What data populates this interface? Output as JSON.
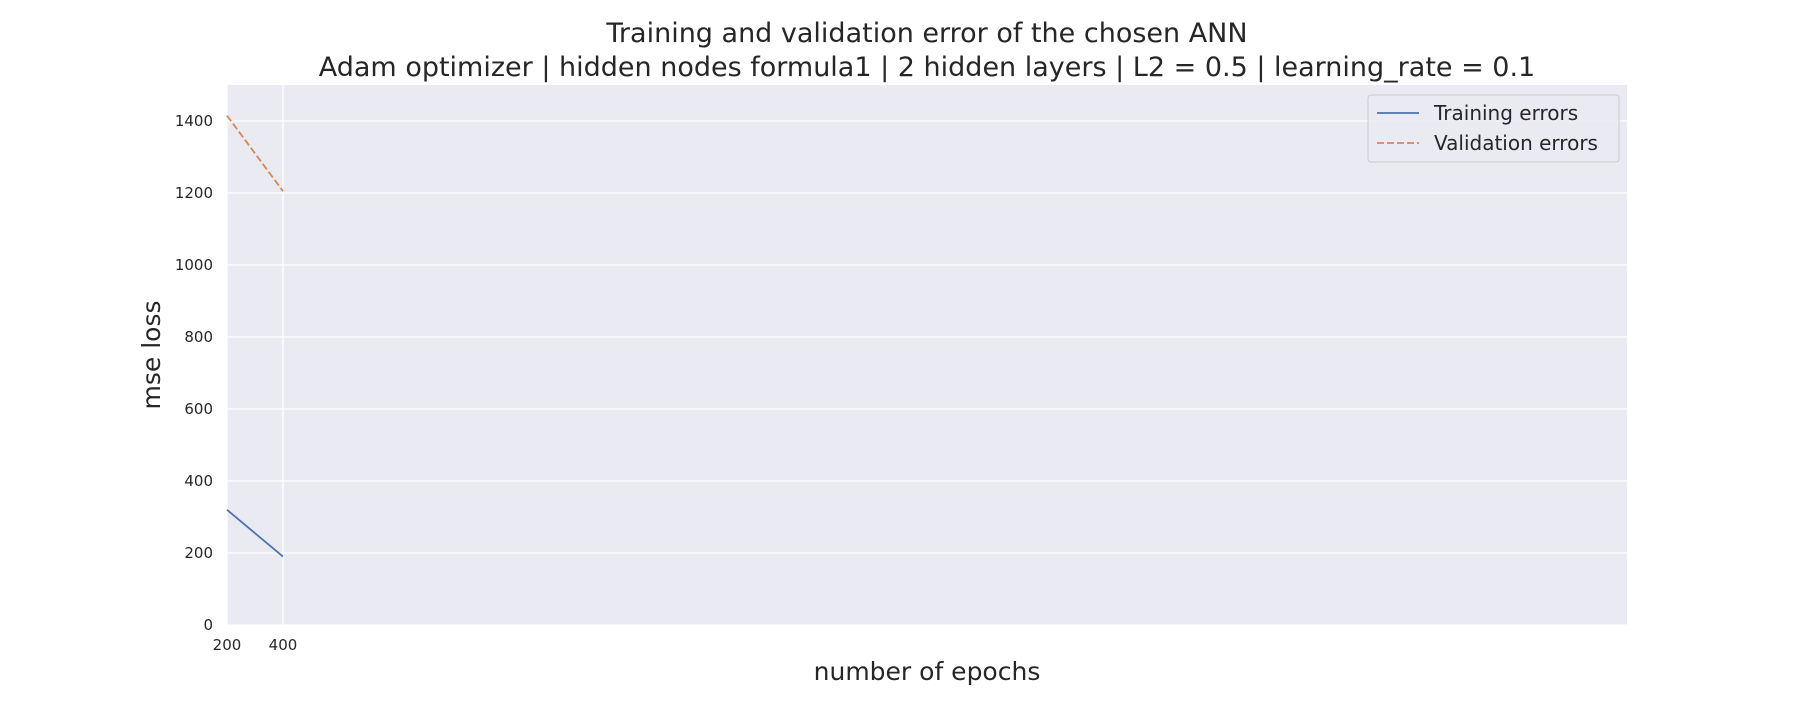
{
  "chart_data": {
    "type": "line",
    "title": "Training and validation error of the chosen ANN",
    "subtitle": "Adam optimizer | hidden nodes formula1 | 2 hidden layers | L2 = 0.5 | learning_rate = 0.1",
    "xlabel": "number of epochs",
    "ylabel": "mse loss",
    "x": [
      200,
      400
    ],
    "xticks": [
      200,
      400
    ],
    "yticks": [
      0,
      200,
      400,
      600,
      800,
      1000,
      1200,
      1400
    ],
    "xlim": [
      200,
      5200
    ],
    "ylim": [
      0,
      1500
    ],
    "grid": true,
    "legend_position": "top-right",
    "series": [
      {
        "name": "Training errors",
        "values": [
          320,
          190
        ],
        "color": "#4c72b0",
        "style": "solid"
      },
      {
        "name": "Validation errors",
        "values": [
          1415,
          1205
        ],
        "color": "#dd8452",
        "style": "dashed"
      }
    ],
    "colors": {
      "plot_background": "#eaeaf2",
      "grid": "#ffffff"
    }
  }
}
